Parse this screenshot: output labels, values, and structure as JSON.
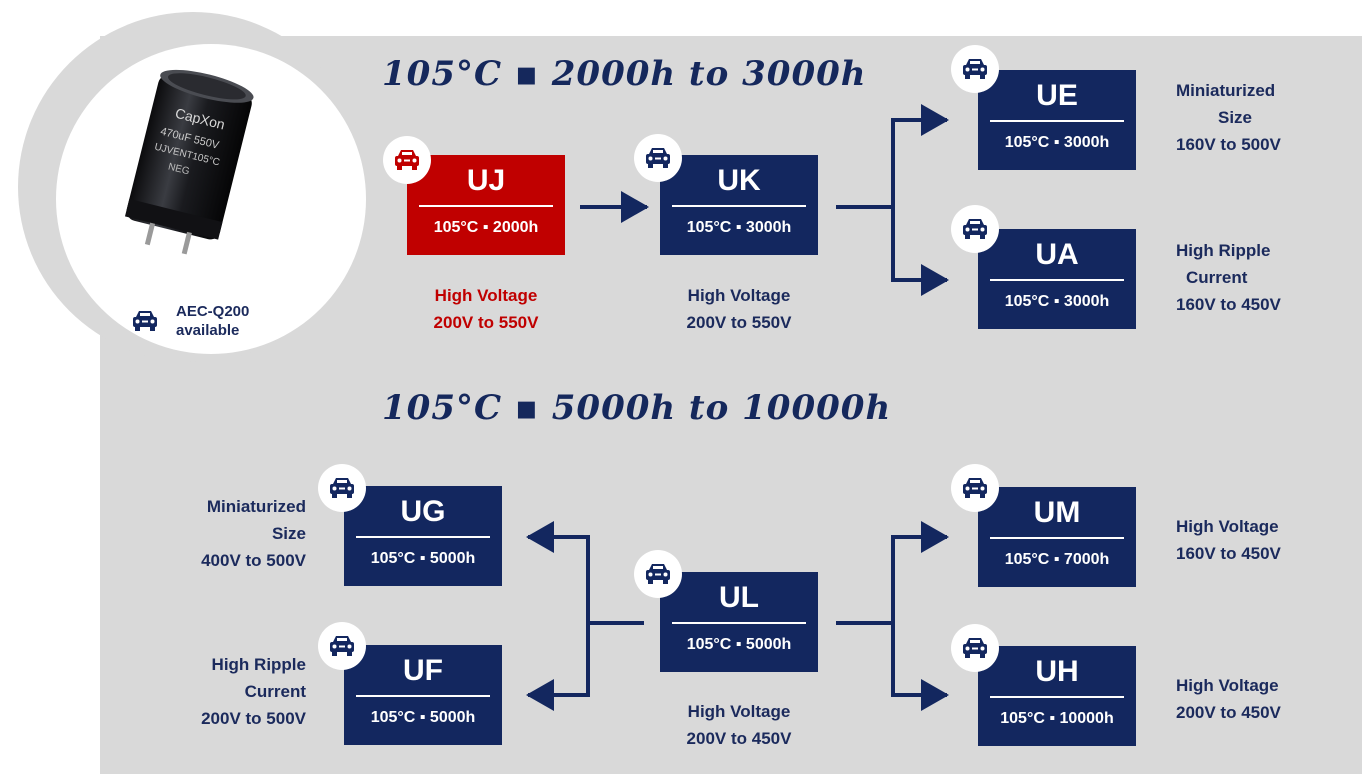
{
  "headings": {
    "top": "105°C ▪ 2000h to 3000h",
    "bottom": "105°C ▪ 5000h to 10000h"
  },
  "product": {
    "cap_brand": "CapXon",
    "cap_rating": "470uF 550V",
    "cap_series": "UJVENT105°C",
    "cap_neg": "NEG",
    "aec_line1": "AEC-Q200",
    "aec_line2": "available"
  },
  "series": {
    "UJ": {
      "code": "UJ",
      "spec": "105°C ▪ 2000h",
      "desc": [
        "High Voltage",
        "200V to 550V"
      ]
    },
    "UK": {
      "code": "UK",
      "spec": "105°C ▪ 3000h",
      "desc": [
        "High Voltage",
        "200V to 550V"
      ]
    },
    "UE": {
      "code": "UE",
      "spec": "105°C ▪ 3000h",
      "desc": [
        "Miniaturized",
        "Size",
        "160V to 500V"
      ]
    },
    "UA": {
      "code": "UA",
      "spec": "105°C ▪ 3000h",
      "desc": [
        "High Ripple",
        "Current",
        "160V to 450V"
      ]
    },
    "UG": {
      "code": "UG",
      "spec": "105°C ▪ 5000h",
      "desc": [
        "Miniaturized",
        "Size",
        "400V to 500V"
      ]
    },
    "UF": {
      "code": "UF",
      "spec": "105°C ▪ 5000h",
      "desc": [
        "High Ripple",
        "Current",
        "200V to 500V"
      ]
    },
    "UL": {
      "code": "UL",
      "spec": "105°C ▪ 5000h",
      "desc": [
        "High Voltage",
        "200V to 450V"
      ]
    },
    "UM": {
      "code": "UM",
      "spec": "105°C ▪ 7000h",
      "desc": [
        "High Voltage",
        "160V to 450V"
      ]
    },
    "UH": {
      "code": "UH",
      "spec": "105°C ▪ 10000h",
      "desc": [
        "High Voltage",
        "200V to 450V"
      ]
    }
  },
  "colors": {
    "navy": "#13275f",
    "red": "#c00000",
    "panel": "#d9d9d9"
  },
  "icon": "car-front-icon"
}
